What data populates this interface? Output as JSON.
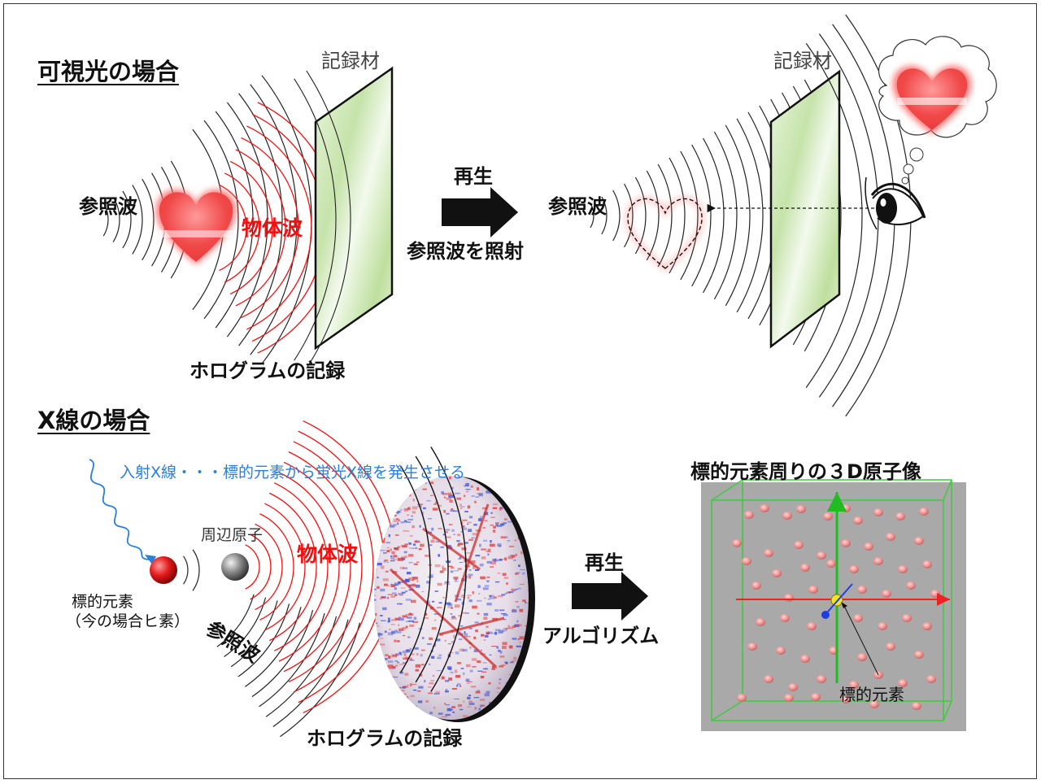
{
  "top": {
    "section_title": "可視光の場合",
    "recording_material_left": "記録材",
    "recording_material_right": "記録材",
    "reference_wave_left": "参照波",
    "object_wave": "物体波",
    "reproduce": "再生",
    "irradiate": "参照波を照射",
    "reference_wave_right": "参照波",
    "hologram_caption": "ホログラムの記録"
  },
  "bottom": {
    "section_title": "X線の場合",
    "incident_note": "入射X線・・・標的元素から蛍光X線を発生させる",
    "surrounding_atom": "周辺原子",
    "object_wave": "物体波",
    "target_element": "標的元素",
    "target_note": "（今の場合ヒ素）",
    "reference_wave": "参照波",
    "hologram_caption": "ホログラムの記録",
    "reproduce": "再生",
    "algorithm": "アルゴリズム",
    "atom_image_title": "標的元素周りの３D原子像",
    "target_label": "標的元素"
  },
  "colors": {
    "object_wave": "#ee1111",
    "incident_xray": "#2a7fd8",
    "glass": "#cfe8b8",
    "heart": "#f25a5a",
    "plot_bg": "#a9a9a9",
    "axis_green": "#22bb22",
    "axis_red": "#ee2222"
  }
}
